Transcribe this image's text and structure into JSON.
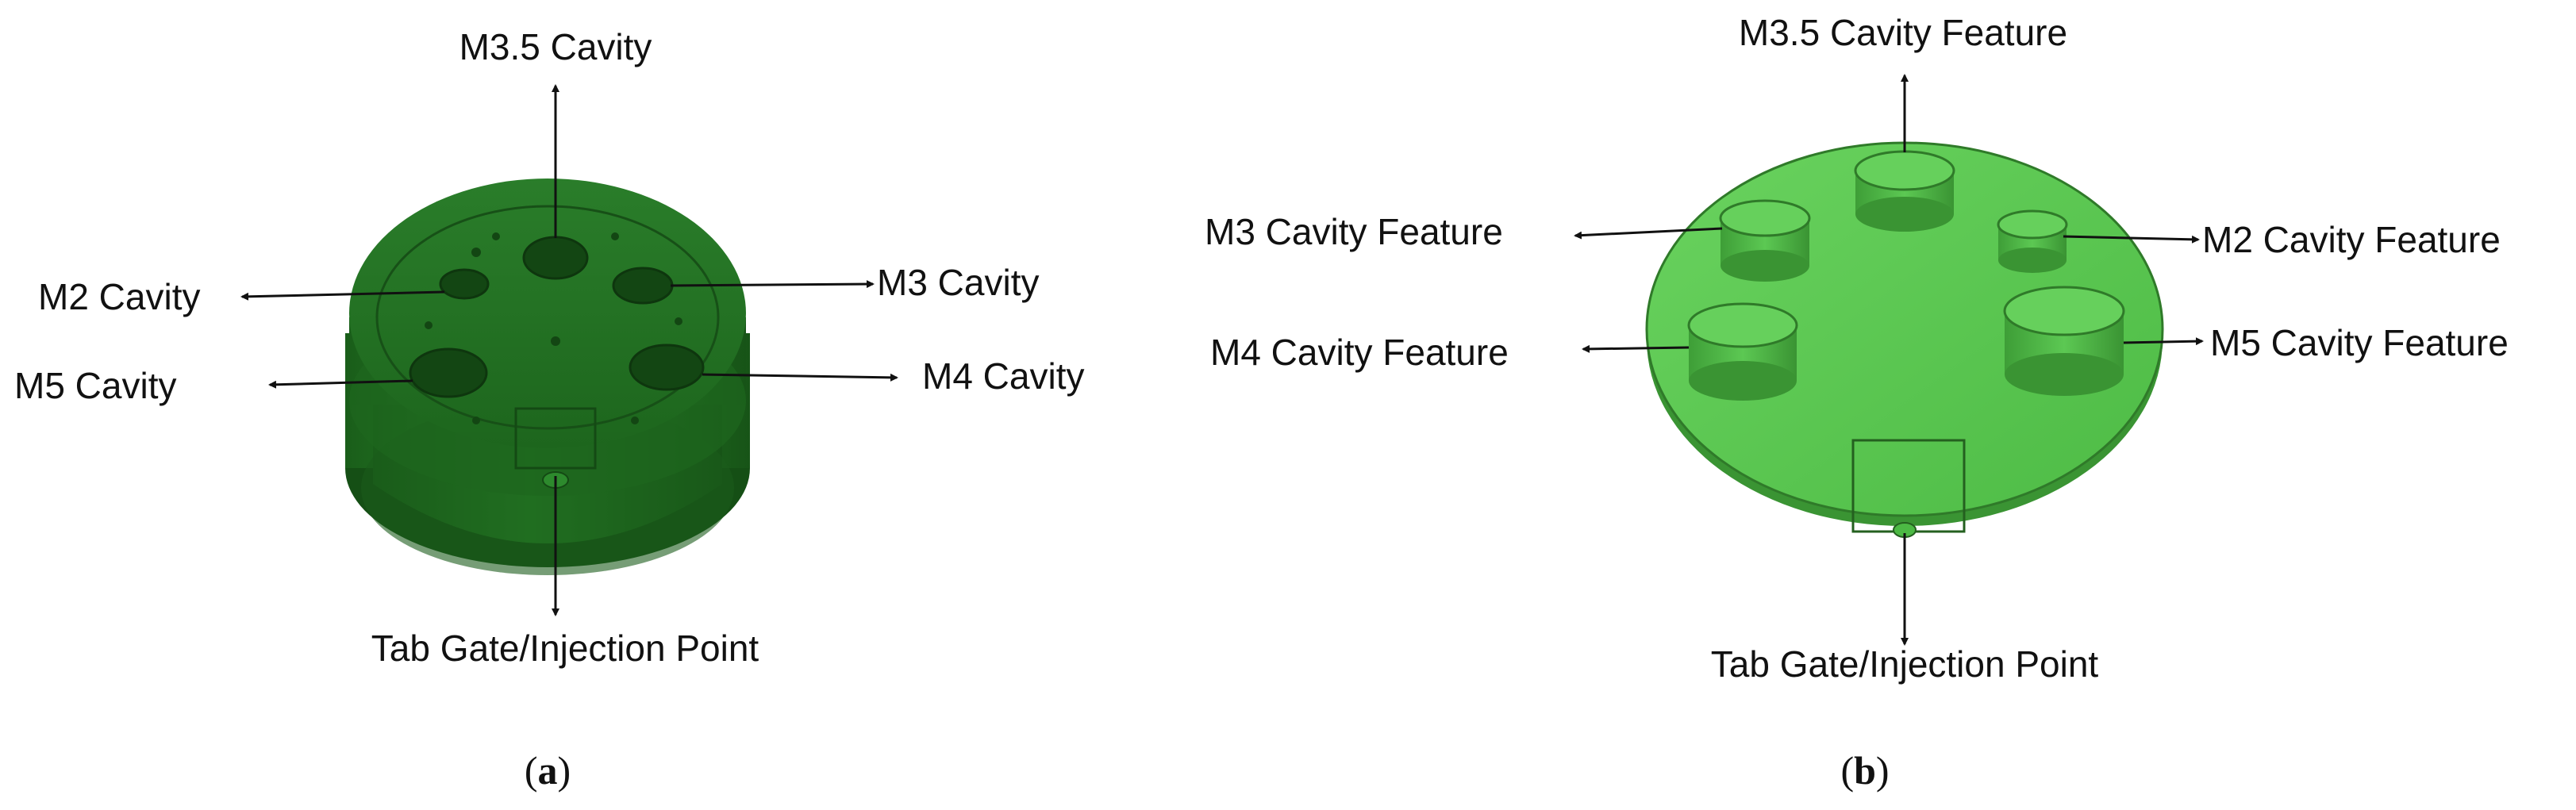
{
  "colors": {
    "mold_dark": "#1f6b1f",
    "mold_mid": "#2e8b2e",
    "mold_shadow": "#155215",
    "part_light": "#5fcf55",
    "part_mid": "#4cb944",
    "part_shadow": "#3a9433",
    "arrow": "#111111"
  },
  "panel_a": {
    "labels": {
      "top": "M3.5 Cavity",
      "upper_left": "M2 Cavity",
      "upper_right": "M3 Cavity",
      "lower_left": "M5 Cavity",
      "lower_right": "M4 Cavity",
      "bottom": "Tab Gate/Injection Point"
    },
    "caption_open": "(",
    "caption_letter": "a",
    "caption_close": ")"
  },
  "panel_b": {
    "labels": {
      "top": "M3.5 Cavity Feature",
      "upper_left": "M3 Cavity Feature",
      "upper_right": "M2 Cavity Feature",
      "lower_left": "M4 Cavity Feature",
      "lower_right": "M5 Cavity Feature",
      "bottom": "Tab Gate/Injection Point"
    },
    "caption_open": "(",
    "caption_letter": "b",
    "caption_close": ")"
  }
}
